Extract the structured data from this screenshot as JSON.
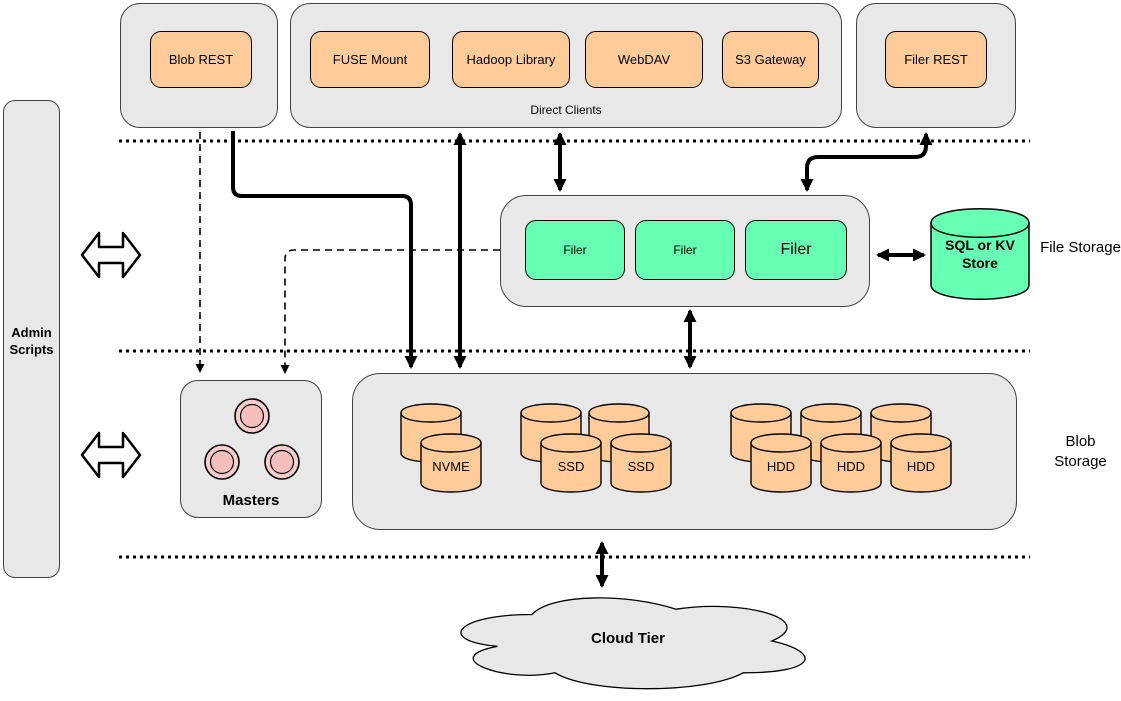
{
  "sidebar": {
    "admin_label": "Admin Scripts"
  },
  "clients": {
    "blob_rest": "Blob REST",
    "direct_clients_label": "Direct Clients",
    "direct_clients": [
      "FUSE Mount",
      "Hadoop Library",
      "WebDAV",
      "S3 Gateway"
    ],
    "filer_rest": "Filer REST"
  },
  "file_storage": {
    "section_label": "File Storage",
    "filers": [
      "Filer",
      "Filer",
      "Filer"
    ],
    "kv_store": "SQL or KV Store"
  },
  "masters": {
    "label": "Masters",
    "node_count": 3
  },
  "blob_storage": {
    "section_label": "Blob Storage",
    "volumes": {
      "nvme": [
        "NVME"
      ],
      "ssd": [
        "SSD",
        "SSD"
      ],
      "hdd": [
        "HDD",
        "HDD",
        "HDD"
      ]
    }
  },
  "cloud": {
    "label": "Cloud Tier"
  },
  "colors": {
    "container_fill": "#e8e8e8",
    "client_fill": "#ffcc99",
    "filer_fill": "#66ffb3",
    "master_node_fill": "#f8cecc",
    "stroke": "#000000"
  }
}
